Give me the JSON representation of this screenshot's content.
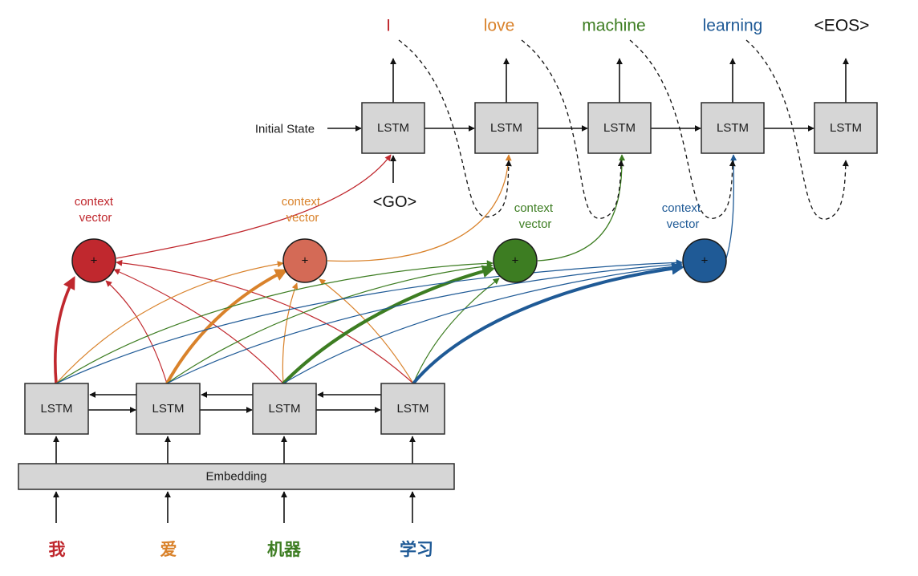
{
  "colors": {
    "red": "#c0282e",
    "salmon": "#d46a56",
    "orange": "#d9822b",
    "green": "#3d7d22",
    "blue": "#1f5a96",
    "black": "#111111",
    "box_fill": "#d6d6d6"
  },
  "encoder": {
    "cells": [
      "LSTM",
      "LSTM",
      "LSTM",
      "LSTM"
    ],
    "embedding_label": "Embedding",
    "inputs": [
      "我",
      "爱",
      "机器",
      "学习"
    ]
  },
  "decoder": {
    "cells": [
      "LSTM",
      "LSTM",
      "LSTM",
      "LSTM",
      "LSTM"
    ],
    "initial_state_label": "Initial State",
    "go_label": "<GO>",
    "outputs": [
      "I",
      "love",
      "machine",
      "learning",
      "<EOS>"
    ]
  },
  "context_nodes": {
    "labels": [
      "context\nvector",
      "context\nvector",
      "context\nvector",
      "context\nvector"
    ],
    "symbol": "+"
  }
}
